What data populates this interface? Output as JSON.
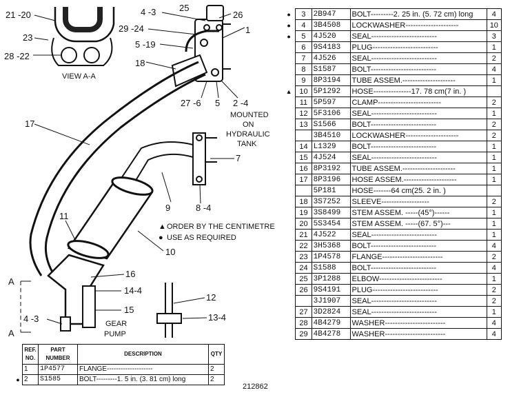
{
  "callouts": {
    "c21_20": "21 -20",
    "c23": "23",
    "c28_22": "28 -22",
    "view_aa": "VIEW A-A",
    "c4_3_top": "4 -3",
    "c25": "25",
    "c26": "26",
    "c29_24": "29 -24",
    "c1": "1",
    "c5_19": "5 -19",
    "c18": "18",
    "c27_6": "27 -6",
    "c5b": "5",
    "c2_4": "2 -4",
    "mounted_1": "MOUNTED",
    "mounted_2": "ON",
    "mounted_3": "HYDRAULIC",
    "mounted_4": "TANK",
    "c17": "17",
    "c7": "7",
    "c9": "9",
    "c8_4": "8 -4",
    "c11": "11",
    "c10": "10",
    "c16": "16",
    "c14_4": "14-4",
    "c15": "15",
    "c12": "12",
    "c13_4": "13-4",
    "c4_3_bottom": "4 -3",
    "gear": "GEAR",
    "pump": "PUMP",
    "a_top": "A",
    "a_bottom": "A",
    "legend_centimetre": "ORDER BY THE CENTIMETRE",
    "legend_required": "USE AS REQUIRED",
    "figure_number": "212862"
  },
  "parts_table": {
    "rows": [
      {
        "mark": "dot",
        "ref": "3",
        "pn": "2B947",
        "desc": "BOLT---------2. 25 in. (5. 72 cm) long",
        "qty": "4"
      },
      {
        "mark": "dot",
        "ref": "4",
        "pn": "3B4508",
        "desc": "LOCKWASHER---------------------",
        "qty": "10"
      },
      {
        "mark": "dot",
        "ref": "5",
        "pn": "4J520",
        "desc": "SEAL--------------------------",
        "qty": "3"
      },
      {
        "mark": "",
        "ref": "6",
        "pn": "9S4183",
        "desc": "PLUG--------------------------",
        "qty": "1"
      },
      {
        "mark": "",
        "ref": "7",
        "pn": "4J526",
        "desc": "SEAL--------------------------",
        "qty": "2"
      },
      {
        "mark": "",
        "ref": "8",
        "pn": "S1587",
        "desc": "BOLT--------------------------",
        "qty": "4"
      },
      {
        "mark": "",
        "ref": "9",
        "pn": "8P3194",
        "desc": "TUBE ASSEM.---------------------",
        "qty": "1"
      },
      {
        "mark": "tri",
        "ref": "10",
        "pn": "5P1292",
        "desc": "HOSE---------------17. 78 cm(7 in. )",
        "qty": ""
      },
      {
        "mark": "",
        "ref": "11",
        "pn": "5P597",
        "desc": "CLAMP-------------------------",
        "qty": "2"
      },
      {
        "mark": "",
        "ref": "12",
        "pn": "5F3106",
        "desc": "SEAL--------------------------",
        "qty": "1"
      },
      {
        "mark": "",
        "ref": "13",
        "pn": "S1566",
        "desc": "BOLT--------------------------",
        "qty": "2"
      },
      {
        "mark": "",
        "ref": "",
        "pn": "3B4510",
        "desc": "LOCKWASHER---------------------",
        "qty": "2"
      },
      {
        "mark": "",
        "ref": "14",
        "pn": "L1329",
        "desc": "BOLT--------------------------",
        "qty": "1"
      },
      {
        "mark": "",
        "ref": "15",
        "pn": "4J524",
        "desc": "SEAL--------------------------",
        "qty": "1"
      },
      {
        "mark": "",
        "ref": "16",
        "pn": "8P3192",
        "desc": "TUBE ASSEM.---------------------",
        "qty": "1"
      },
      {
        "mark": "",
        "ref": "17",
        "pn": "8P3196",
        "desc": "HOSE ASSEM.---------------------",
        "qty": "1"
      },
      {
        "mark": "",
        "ref": "",
        "pn": "5P181",
        "desc": "      HOSE-------64 cm(25. 2 in. )",
        "qty": ""
      },
      {
        "mark": "",
        "ref": "18",
        "pn": "3S7252",
        "desc": "      SLEEVE-------------------",
        "qty": "2"
      },
      {
        "mark": "",
        "ref": "19",
        "pn": "3S8499",
        "desc": "      STEM ASSEM. -----(45°)------",
        "qty": "1"
      },
      {
        "mark": "",
        "ref": "20",
        "pn": "5S3454",
        "desc": "      STEM ASSEM. -----(67. 5°)---",
        "qty": "1"
      },
      {
        "mark": "",
        "ref": "21",
        "pn": "4J522",
        "desc": "SEAL--------------------------",
        "qty": "1"
      },
      {
        "mark": "",
        "ref": "22",
        "pn": "3H5368",
        "desc": "BOLT--------------------------",
        "qty": "4"
      },
      {
        "mark": "",
        "ref": "23",
        "pn": "1P4578",
        "desc": "FLANGE------------------------",
        "qty": "2"
      },
      {
        "mark": "",
        "ref": "24",
        "pn": "S1588",
        "desc": "BOLT--------------------------",
        "qty": "4"
      },
      {
        "mark": "",
        "ref": "25",
        "pn": "3P1288",
        "desc": "ELBOW-------------------------",
        "qty": "1"
      },
      {
        "mark": "",
        "ref": "26",
        "pn": "9S4191",
        "desc": "PLUG--------------------------",
        "qty": "2"
      },
      {
        "mark": "",
        "ref": "",
        "pn": "3J1907",
        "desc": "SEAL--------------------------",
        "qty": "2"
      },
      {
        "mark": "",
        "ref": "27",
        "pn": "3D2824",
        "desc": "SEAL--------------------------",
        "qty": "1"
      },
      {
        "mark": "",
        "ref": "28",
        "pn": "4B4279",
        "desc": "WASHER------------------------",
        "qty": "4"
      },
      {
        "mark": "",
        "ref": "29",
        "pn": "4B4278",
        "desc": "WASHER------------------------",
        "qty": "4"
      }
    ]
  },
  "bottom_table": {
    "headers": {
      "ref": "REF. NO.",
      "part": "PART NUMBER",
      "desc": "DESCRIPTION",
      "qty": "QTY"
    },
    "rows": [
      {
        "mark": "",
        "ref": "1",
        "pn": "1P4577",
        "desc": "FLANGE--------------------",
        "qty": "2"
      },
      {
        "mark": "dot",
        "ref": "2",
        "pn": "S1585",
        "desc": "BOLT---------1. 5 in. (3. 81 cm) long",
        "qty": "2"
      }
    ]
  },
  "marks": {
    "dot": "●",
    "tri": "▲"
  }
}
